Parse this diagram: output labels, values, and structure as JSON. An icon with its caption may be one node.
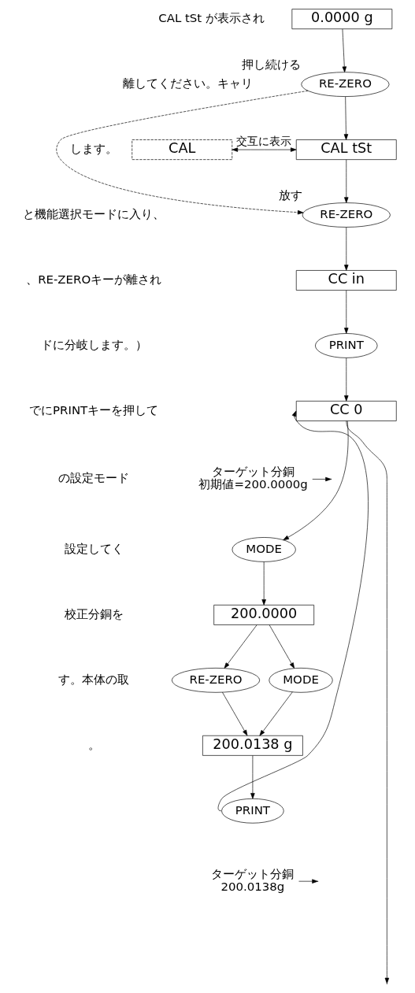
{
  "diagram": {
    "nodes": [
      {
        "text": [
          "0.0000 g"
        ]
      },
      {
        "text": [
          "RE-ZERO"
        ],
        "beside": [
          "押し続ける"
        ]
      },
      {
        "text": [
          "CAL"
        ]
      },
      {
        "text": [
          "CAL tSt"
        ]
      },
      {
        "text": [
          "RE-ZERO"
        ],
        "beside": [
          "放す"
        ]
      },
      {
        "text": [
          "CC in"
        ]
      },
      {
        "text": [
          "PRINT"
        ]
      },
      {
        "text": [
          "CC 0"
        ]
      },
      {
        "text": [
          "MODE"
        ]
      },
      {
        "text": [
          "200.0000"
        ]
      },
      {
        "text": [
          "MODE"
        ]
      },
      {
        "text": [
          "RE-ZERO"
        ]
      },
      {
        "text": [
          "200.0138 g"
        ]
      },
      {
        "text": [
          "PRINT"
        ]
      },
      {
        "text": [
          "ターゲット分銅",
          "初期値=200.0000g"
        ]
      },
      {
        "text": [
          "ターゲット分銅",
          "200.0138g"
        ]
      }
    ],
    "edges": [
      {
        "from": 0,
        "to": 1,
        "arrow": "to"
      },
      {
        "from": 1,
        "to": 3,
        "arrow": "to"
      },
      {
        "from": 2,
        "to": 3,
        "arrow": "both",
        "label": "交互に表示"
      },
      {
        "from": 3,
        "to": 4,
        "arrow": "to"
      },
      {
        "from": 1,
        "to": 4,
        "arrow": "to",
        "style": "dashed"
      },
      {
        "from": 4,
        "to": 5,
        "arrow": "to"
      },
      {
        "from": 5,
        "to": 6,
        "arrow": "to"
      },
      {
        "from": 6,
        "to": 7,
        "arrow": "to"
      },
      {
        "from": 14,
        "to": null,
        "arrow": "to"
      },
      {
        "from": 7,
        "to": 8,
        "arrow": "to"
      },
      {
        "from": 7,
        "to": null,
        "arrow": "to"
      },
      {
        "from": 8,
        "to": 9,
        "arrow": "to"
      },
      {
        "from": 9,
        "to": 10,
        "arrow": "to"
      },
      {
        "from": 9,
        "to": 11,
        "arrow": "to"
      },
      {
        "from": 10,
        "to": 12,
        "arrow": "to"
      },
      {
        "from": 11,
        "to": 12,
        "arrow": "to"
      },
      {
        "from": 12,
        "to": 13,
        "arrow": "to"
      },
      {
        "from": 13,
        "to": 7,
        "arrow": "to"
      },
      {
        "from": 15,
        "to": null,
        "arrow": "to"
      }
    ],
    "labels": [
      "CAL tSt が表示され",
      "離してください。キャリ",
      "します。",
      "と機能選択モードに入り、",
      "、RE-ZEROキーが離され",
      "ドに分岐します。）",
      "でにPRINTキーを押して",
      "の設定モード",
      "設定してく",
      "校正分銅を",
      "す。本体の取",
      "。"
    ]
  }
}
